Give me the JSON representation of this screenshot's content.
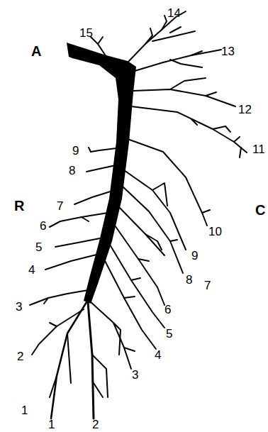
{
  "diagram": {
    "labels": [
      "14",
      "15",
      "A",
      "13",
      "12",
      "9",
      "11",
      "8",
      "7",
      "R",
      "C",
      "6",
      "10",
      "5",
      "9",
      "4",
      "8",
      "7",
      "3",
      "6",
      "5",
      "2",
      "4",
      "3",
      "1",
      "2",
      "1"
    ]
  }
}
